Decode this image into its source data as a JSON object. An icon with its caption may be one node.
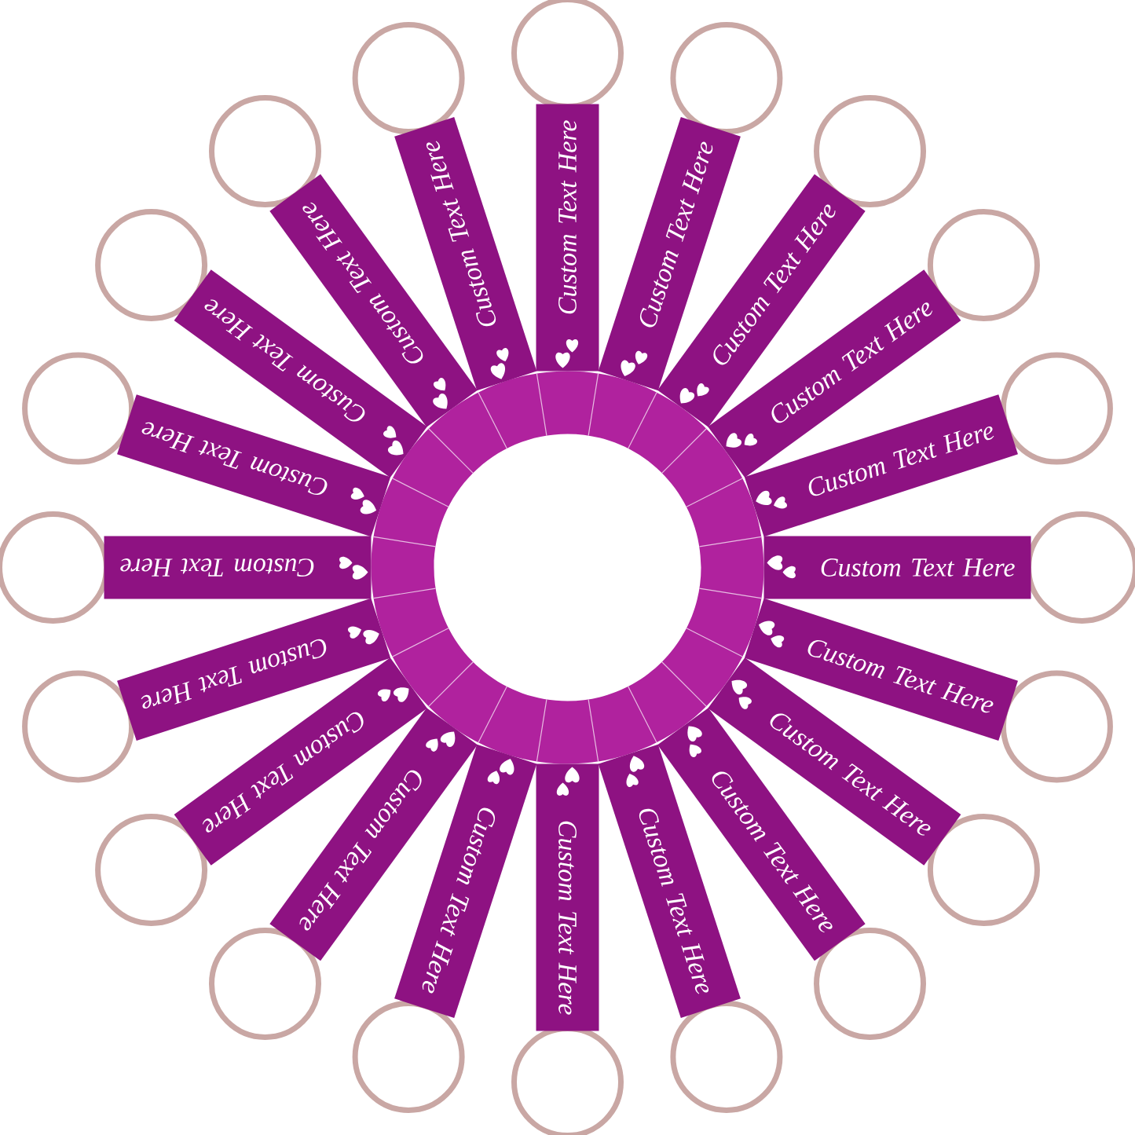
{
  "diagram": {
    "nodes": [
      {
        "text": [
          "Custom Text Here"
        ]
      },
      {
        "text": [
          "Custom Text Here"
        ]
      },
      {
        "text": [
          "Custom Text Here"
        ]
      },
      {
        "text": [
          "Custom Text Here"
        ]
      },
      {
        "text": [
          "Custom Text Here"
        ]
      },
      {
        "text": [
          "Custom Text Here"
        ]
      },
      {
        "text": [
          "Custom Text Here"
        ]
      },
      {
        "text": [
          "Custom Text Here"
        ]
      },
      {
        "text": [
          "Custom Text Here"
        ]
      },
      {
        "text": [
          "Custom Text Here"
        ]
      },
      {
        "text": [
          "Custom Text Here"
        ]
      },
      {
        "text": [
          "Custom Text Here"
        ]
      },
      {
        "text": [
          "Custom Text Here"
        ]
      },
      {
        "text": [
          "Custom Text Here"
        ]
      },
      {
        "text": [
          "Custom Text Here"
        ]
      },
      {
        "text": [
          "Custom Text Here"
        ]
      },
      {
        "text": [
          "Custom Text Here"
        ]
      },
      {
        "text": [
          "Custom Text Here"
        ]
      },
      {
        "text": [
          "Custom Text Here"
        ]
      },
      {
        "text": [
          "Custom Text Here"
        ]
      }
    ]
  }
}
